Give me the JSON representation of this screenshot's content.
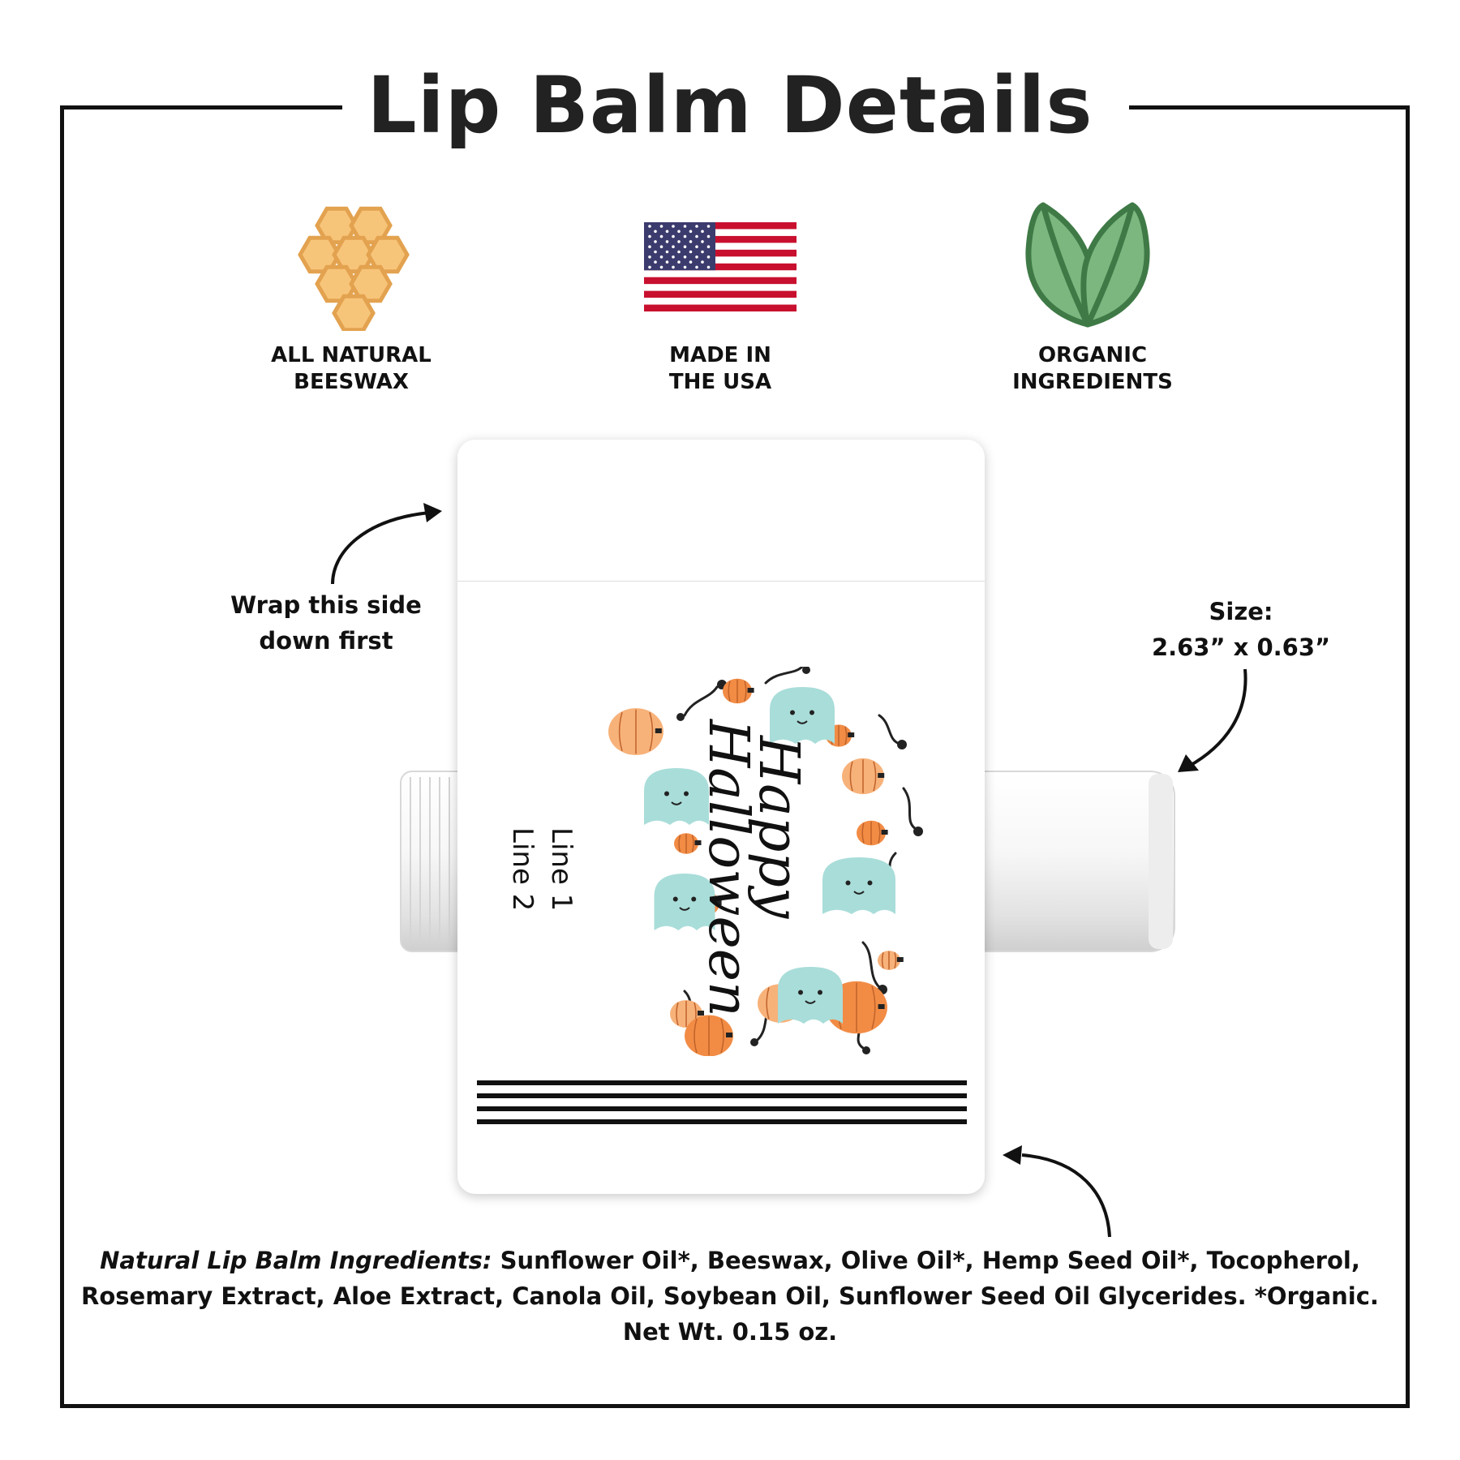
{
  "title": "Lip Balm Details",
  "features": [
    {
      "icon": "honeycomb-icon",
      "label": "ALL NATURAL\nBEESWAX"
    },
    {
      "icon": "us-flag-icon",
      "label": "MADE IN\nTHE USA"
    },
    {
      "icon": "leaves-icon",
      "label": "ORGANIC\nINGREDIENTS"
    }
  ],
  "callouts": {
    "wrap": "Wrap this side\ndown first",
    "size": "Size:\n2.63” x 0.63”"
  },
  "label": {
    "greeting_line1": "Happy",
    "greeting_line2": "Halloween",
    "line1": "Line 1",
    "line2": "Line 2"
  },
  "ingredients": {
    "heading": "Natural Lip Balm Ingredients:",
    "text": " Sunflower Oil*, Beeswax, Olive Oil*, Hemp Seed Oil*, Tocopherol, Rosemary Extract, Aloe Extract, Canola Oil, Soybean Oil, Sunflower Seed Oil Glycerides. *Organic. Net Wt. 0.15 oz."
  },
  "colors": {
    "honey": "#f7c57a",
    "honey_stroke": "#e3a24f",
    "flag_red": "#c8102e",
    "flag_blue": "#3c3b6e",
    "leaf": "#7bb77f",
    "leaf_stroke": "#3f7a46",
    "pumpkin": "#f28c45",
    "pumpkin_light": "#f7b27a",
    "ghost": "#a9ddd9"
  }
}
